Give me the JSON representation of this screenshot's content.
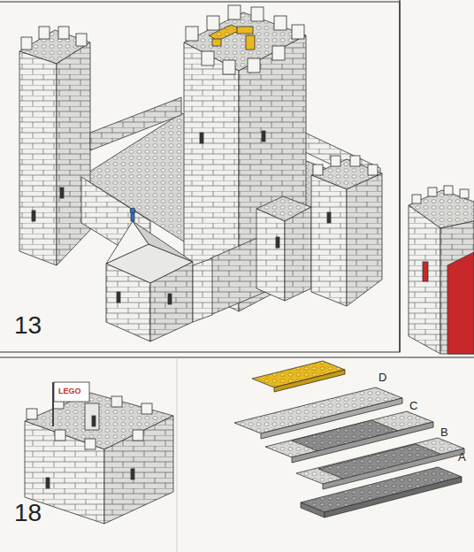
{
  "diagram": {
    "labels": [
      "13",
      "18",
      "LEGO",
      "D",
      "C",
      "B",
      "A"
    ]
  }
}
